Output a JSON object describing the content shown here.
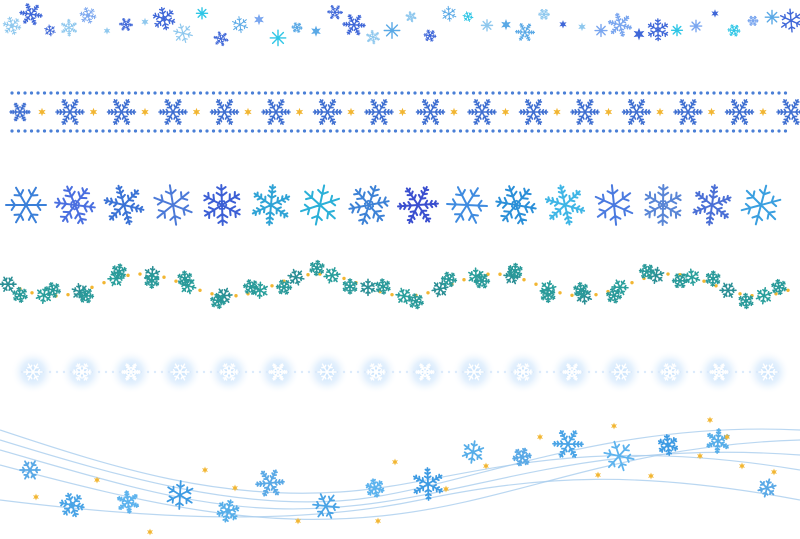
{
  "title": "",
  "icons": {
    "primary": "snowflake-icon",
    "secondary": "star-icon"
  },
  "colors": {
    "border_blue": "#3f6fd1",
    "border_dot": "#4a7fd6",
    "gold_star": "#f2b632",
    "light_blue": "#8fc8ee",
    "sky_blue": "#5aa9e6",
    "royal_blue": "#3f67d8",
    "teal": "#2a9f9c",
    "cyan": "#2fc6e6",
    "glow": "#bcdcfb",
    "wave_line": "#a9cdee"
  },
  "borders": [
    {
      "name": "scattered-snowflake-border",
      "style": "scattered"
    },
    {
      "name": "dotted-snowflake-border",
      "style": "dotted-frame"
    },
    {
      "name": "large-snowflake-border",
      "style": "large-row"
    },
    {
      "name": "wavy-teal-snowflake-border",
      "style": "wave"
    },
    {
      "name": "glowing-snowflake-border",
      "style": "glow"
    },
    {
      "name": "flowing-wave-snowflake-border",
      "style": "flowing-wave"
    }
  ]
}
